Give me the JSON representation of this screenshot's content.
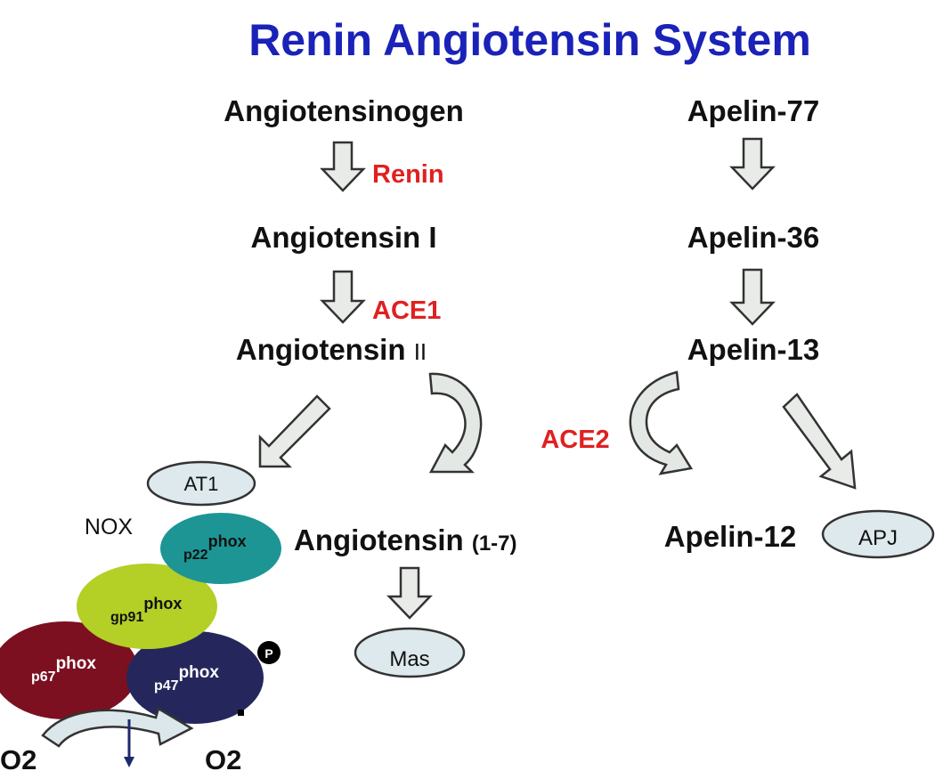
{
  "title": "Renin Angiotensin System",
  "left_pathway": {
    "angiotensinogen": "Angiotensinogen",
    "renin": "Renin",
    "angiotensin_i": "Angiotensin I",
    "ace1": "ACE1",
    "angiotensin_ii": "Angiotensin",
    "angiotensin_ii_numeral": "II",
    "angiotensin_1_7": "Angiotensin",
    "angiotensin_1_7_suffix": "(1-7)",
    "mas": "Mas",
    "at1": "AT1"
  },
  "right_pathway": {
    "apelin_77": "Apelin-77",
    "apelin_36": "Apelin-36",
    "apelin_13": "Apelin-13",
    "apelin_12": "Apelin-12",
    "apj": "APJ"
  },
  "ace2": "ACE2",
  "nox": {
    "label": "NOX",
    "p22": "p22",
    "gp91": "gp91",
    "p67": "p67",
    "p47": "p47",
    "phox": "phox",
    "p_badge": "P",
    "o2_left": "O2",
    "o2_right": "O2",
    "colors": {
      "p22": "#1d9595",
      "gp91": "#b4cf26",
      "p67": "#7c1020",
      "p47": "#25275c"
    }
  }
}
